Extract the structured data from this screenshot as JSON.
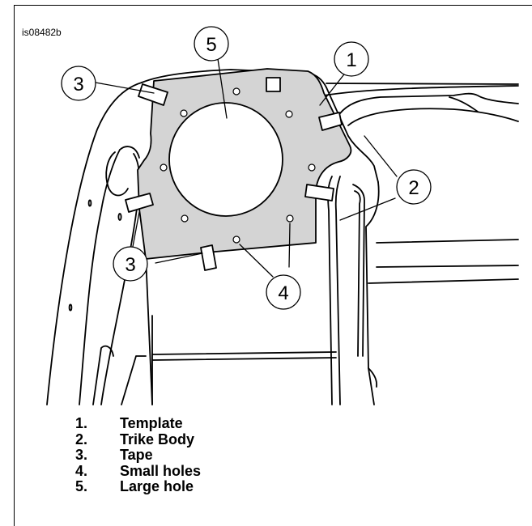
{
  "figure_id": "is08482b",
  "callouts": [
    "1",
    "2",
    "3",
    "4",
    "5"
  ],
  "legend": [
    {
      "number": "1.",
      "label": "Template"
    },
    {
      "number": "2.",
      "label": "Trike Body"
    },
    {
      "number": "3.",
      "label": "Tape"
    },
    {
      "number": "4.",
      "label": "Small holes"
    },
    {
      "number": "5.",
      "label": "Large hole"
    }
  ],
  "colors": {
    "template_fill": "#d4d4d4",
    "line": "#000000",
    "background": "#ffffff"
  }
}
